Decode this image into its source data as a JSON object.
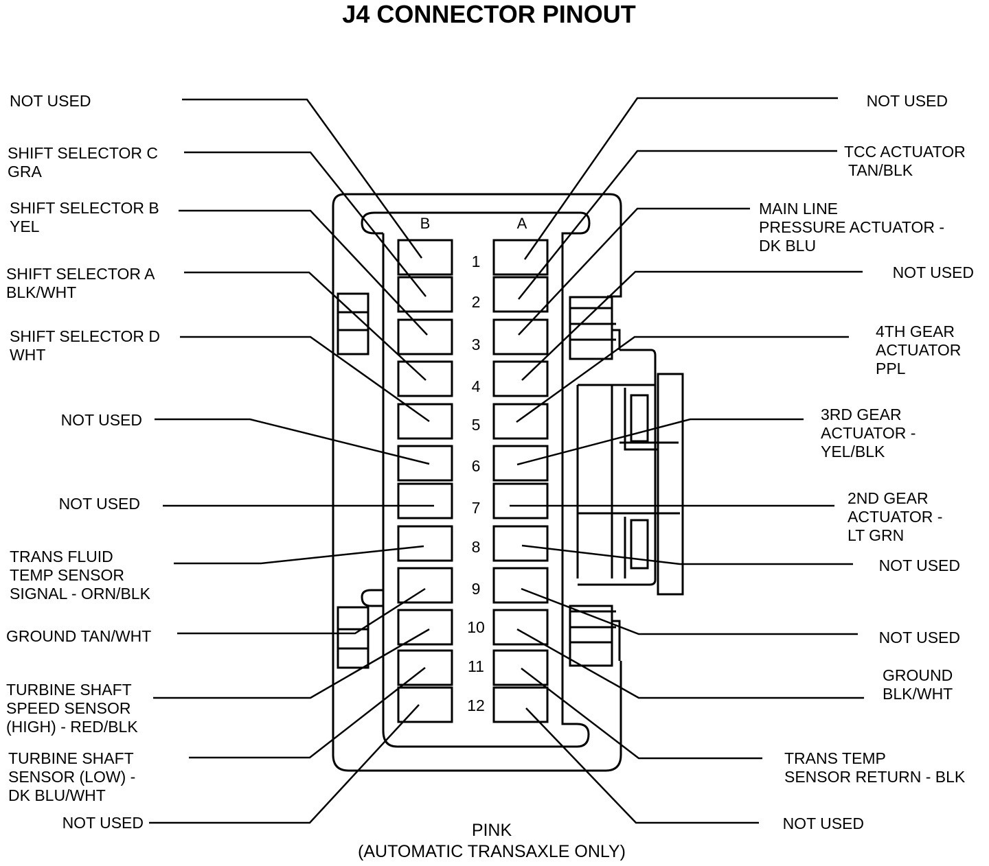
{
  "title": "J4 CONNECTOR PINOUT",
  "columns": {
    "left": "B",
    "right": "A"
  },
  "pin_numbers": [
    "1",
    "2",
    "3",
    "4",
    "5",
    "6",
    "7",
    "8",
    "9",
    "10",
    "11",
    "12"
  ],
  "pins_b": [
    {
      "pin": "1",
      "lines": [
        "NOT USED"
      ]
    },
    {
      "pin": "2",
      "lines": [
        "SHIFT SELECTOR C",
        "GRA"
      ]
    },
    {
      "pin": "3",
      "lines": [
        "SHIFT SELECTOR B",
        "YEL"
      ]
    },
    {
      "pin": "4",
      "lines": [
        "SHIFT SELECTOR A",
        "BLK/WHT"
      ]
    },
    {
      "pin": "5",
      "lines": [
        "SHIFT SELECTOR D",
        "WHT"
      ]
    },
    {
      "pin": "6",
      "lines": [
        "NOT USED"
      ]
    },
    {
      "pin": "7",
      "lines": [
        "NOT USED"
      ]
    },
    {
      "pin": "8",
      "lines": [
        "TRANS FLUID",
        "TEMP SENSOR",
        "SIGNAL - ORN/BLK"
      ]
    },
    {
      "pin": "9",
      "lines": [
        "GROUND  TAN/WHT"
      ]
    },
    {
      "pin": "10",
      "lines": [
        "TURBINE SHAFT",
        "SPEED SENSOR",
        "(HIGH) - RED/BLK"
      ]
    },
    {
      "pin": "11",
      "lines": [
        "TURBINE SHAFT",
        "SENSOR (LOW) -",
        "DK BLU/WHT"
      ]
    },
    {
      "pin": "12",
      "lines": [
        "NOT USED"
      ]
    }
  ],
  "pins_a": [
    {
      "pin": "1",
      "lines": [
        "NOT USED"
      ]
    },
    {
      "pin": "2",
      "lines": [
        "TCC  ACTUATOR",
        " TAN/BLK"
      ]
    },
    {
      "pin": "3",
      "lines": [
        "MAIN LINE",
        "PRESSURE ACTUATOR -",
        "DK BLU"
      ]
    },
    {
      "pin": "4",
      "lines": [
        "NOT USED"
      ]
    },
    {
      "pin": "5",
      "lines": [
        "4TH GEAR",
        "ACTUATOR",
        "PPL"
      ]
    },
    {
      "pin": "6",
      "lines": [
        "3RD GEAR",
        "ACTUATOR -",
        "YEL/BLK"
      ]
    },
    {
      "pin": "7",
      "lines": [
        "2ND GEAR",
        "ACTUATOR -",
        "LT GRN"
      ]
    },
    {
      "pin": "8",
      "lines": [
        "NOT USED"
      ]
    },
    {
      "pin": "9",
      "lines": [
        "NOT USED"
      ]
    },
    {
      "pin": "10",
      "lines": [
        "GROUND",
        "BLK/WHT"
      ]
    },
    {
      "pin": "11",
      "lines": [
        "TRANS TEMP",
        "SENSOR RETURN - BLK"
      ]
    },
    {
      "pin": "12",
      "lines": [
        "NOT USED"
      ]
    }
  ],
  "footer": {
    "color": "PINK",
    "note": "(AUTOMATIC TRANSAXLE ONLY)"
  },
  "colors": {
    "ink": "#000000",
    "background": "#ffffff"
  }
}
